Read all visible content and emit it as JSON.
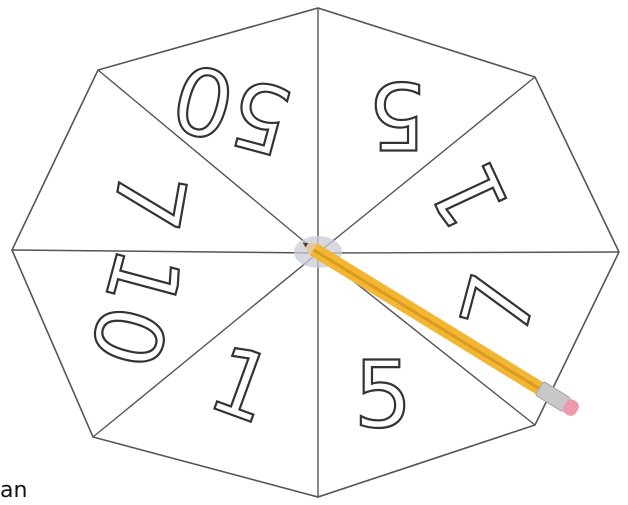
{
  "spinner": {
    "sectors": [
      {
        "label": "5"
      },
      {
        "label": "1"
      },
      {
        "label": "7"
      },
      {
        "label": "5"
      },
      {
        "label": "1"
      },
      {
        "label": "10"
      },
      {
        "label": "7"
      },
      {
        "label": "50"
      }
    ],
    "colors": {
      "outline": "#555555",
      "fill": "#ffffff",
      "hub": "#c9ccd6",
      "pencil_body": "#f2b632",
      "pencil_eraser": "#ee9aaa",
      "pencil_ferrule": "#c8c8c8"
    }
  },
  "caption": {
    "text": "an"
  }
}
